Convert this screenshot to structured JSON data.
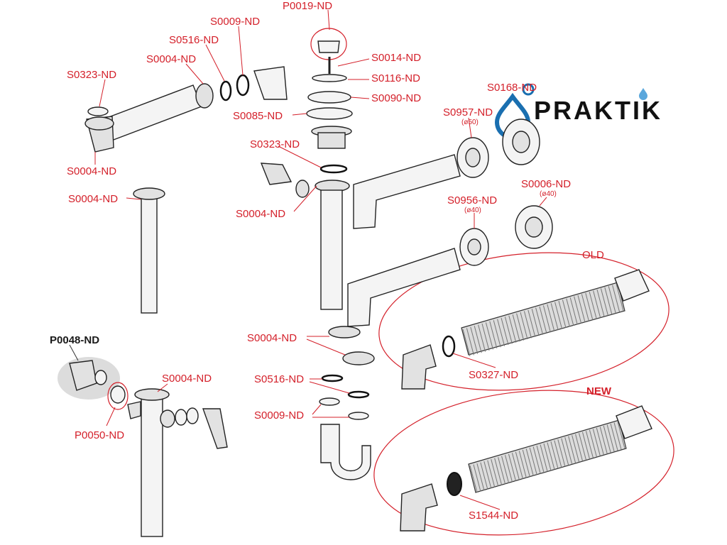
{
  "brand": {
    "name": "PRAKTIK",
    "logo_color": "#1a6fb0",
    "text_color": "#111111"
  },
  "label_color": "#d4202a",
  "labels": {
    "p0019": "P0019-ND",
    "s0009_top": "S0009-ND",
    "s0516_top": "S0516-ND",
    "s0004_top": "S0004-ND",
    "s0323_left": "S0323-ND",
    "s0014": "S0014-ND",
    "s0116": "S0116-ND",
    "s0090": "S0090-ND",
    "s0085": "S0085-ND",
    "s0168": "S0168-ND",
    "s0957": "S0957-ND",
    "s0957_dim": "(ø50)",
    "s0004_left": "S0004-ND",
    "s0323_mid": "S0323-ND",
    "s0004_pipe": "S0004-ND",
    "s0004_mid": "S0004-ND",
    "s0956": "S0956-ND",
    "s0956_dim": "(ø40)",
    "s0006": "S0006-ND",
    "s0006_dim": "(ø40)",
    "old": "OLD",
    "p0048": "P0048-ND",
    "s0004_low": "S0004-ND",
    "s0004_bottom_left": "S0004-ND",
    "s0327": "S0327-ND",
    "s0516_low": "S0516-ND",
    "s0009_low": "S0009-ND",
    "p0050": "P0050-ND",
    "new": "NEW",
    "s1544": "S1544-ND"
  }
}
